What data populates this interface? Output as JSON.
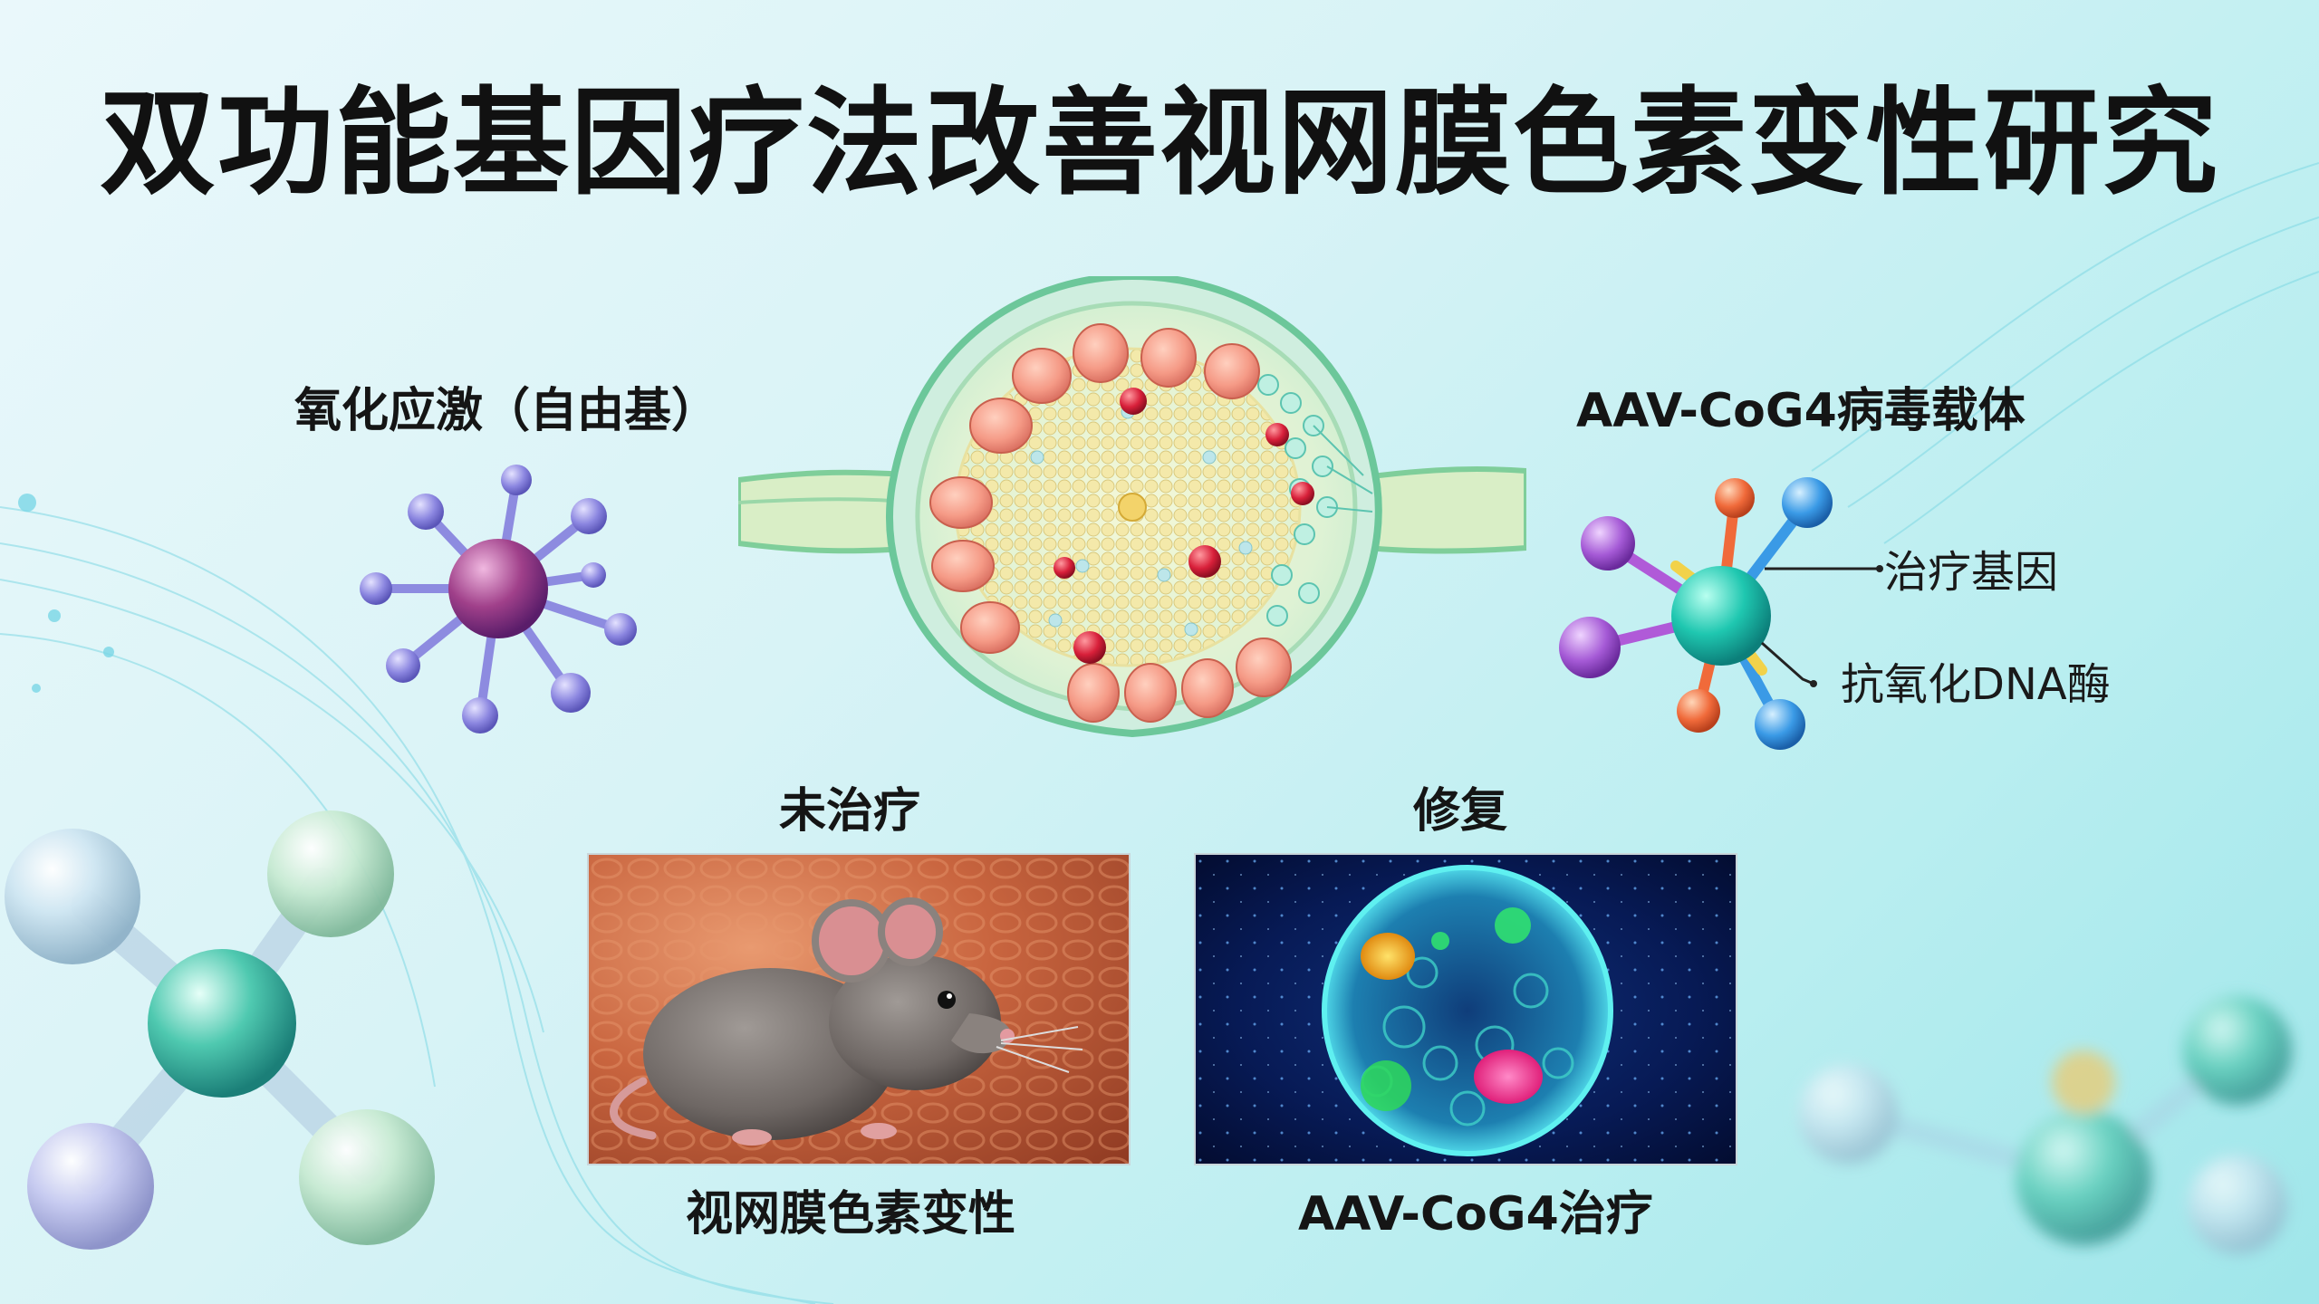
{
  "title": "双功能基因疗法改善视网膜色素变性研究",
  "oxidative_label": "氧化应激（自由基）",
  "vector": {
    "label": "AAV-CoG4病毒载体",
    "callout_gene": "治疗基因",
    "callout_enzyme": "抗氧化DNA酶"
  },
  "untreated": {
    "heading": "未治疗",
    "caption": "视网膜色素变性"
  },
  "repaired": {
    "heading": "修复",
    "caption": "AAV-CoG4治疗"
  }
}
